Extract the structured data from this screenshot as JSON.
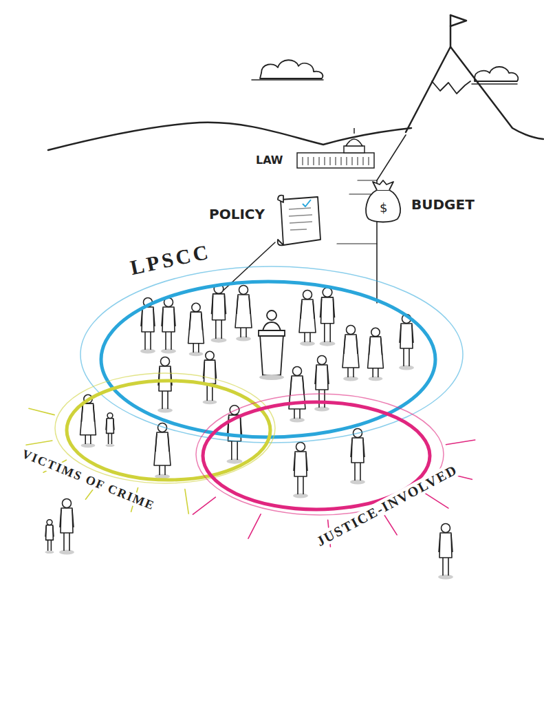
{
  "diagram": {
    "nodes": [
      {
        "text": [
          "LPSCC"
        ]
      },
      {
        "text": [
          "VICTIMS OF CRIME"
        ]
      },
      {
        "text": [
          "JUSTICE-INVOLVED"
        ]
      }
    ],
    "labels": [
      "LAW",
      "POLICY",
      "$",
      "BUDGET"
    ]
  }
}
